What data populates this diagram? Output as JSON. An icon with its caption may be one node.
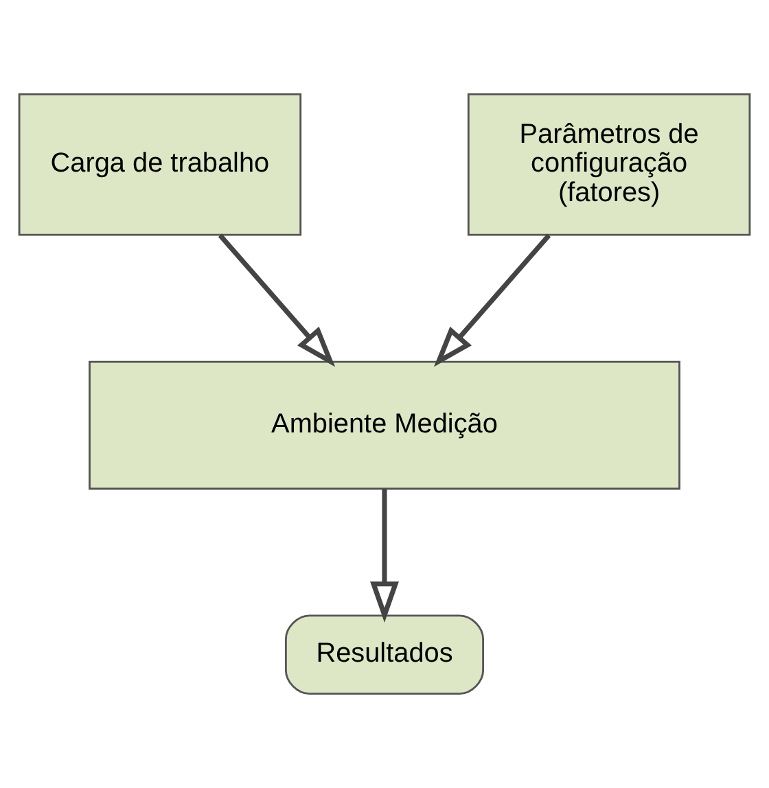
{
  "diagram": {
    "nodes": [
      {
        "text": [
          "Carga de trabalho"
        ]
      },
      {
        "text": [
          "Parâmetros de configuração (fatores)"
        ]
      },
      {
        "text": [
          "Ambiente Medição"
        ]
      },
      {
        "text": [
          "Resultados"
        ]
      }
    ],
    "edges": [
      {
        "from": 0,
        "to": 2,
        "arrow": "to"
      },
      {
        "from": 1,
        "to": 2,
        "arrow": "to"
      },
      {
        "from": 2,
        "to": 3,
        "arrow": "to"
      }
    ]
  }
}
